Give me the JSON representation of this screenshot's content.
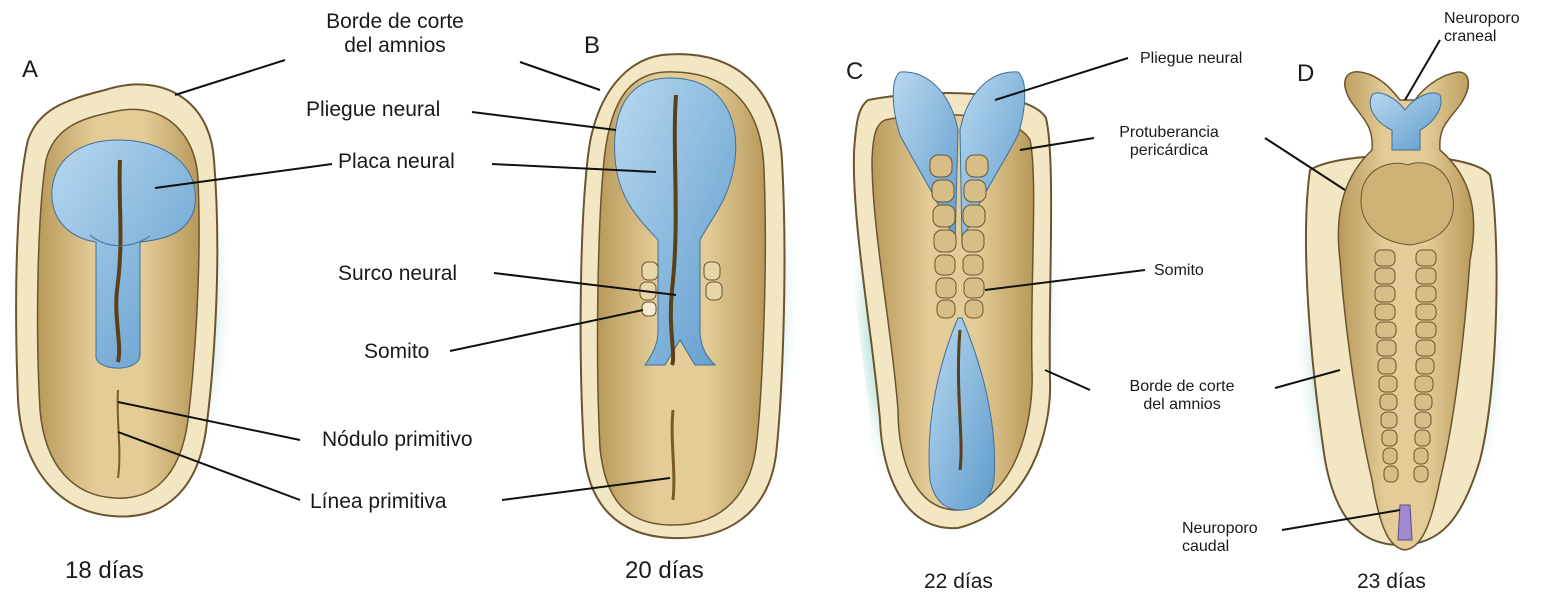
{
  "panels": [
    {
      "letter": "A",
      "age": "18 días"
    },
    {
      "letter": "B",
      "age": "20 días"
    },
    {
      "letter": "C",
      "age": "22 días"
    },
    {
      "letter": "D",
      "age": "23 días"
    }
  ],
  "labels_ab": {
    "amnios_cut_1": "Borde de corte",
    "amnios_cut_2": "del amnios",
    "neural_fold": "Pliegue neural",
    "neural_plate": "Placa neural",
    "neural_groove": "Surco neural",
    "somite": "Somito",
    "primitive_node": "Nódulo primitivo",
    "primitive_streak": "Línea primitiva"
  },
  "labels_cd": {
    "neural_fold": "Pliegue neural",
    "pericardial_1": "Protuberancia",
    "pericardial_2": "pericárdica",
    "somite": "Somito",
    "amnios_cut_1": "Borde de corte",
    "amnios_cut_2": "del amnios",
    "cranial_1": "Neuroporo",
    "cranial_2": "craneal",
    "caudal_1": "Neuroporo",
    "caudal_2": "caudal"
  },
  "colors": {
    "amnion_fill": "#f3e7c3",
    "embryo_fill": "#dcc48e",
    "embryo_shade": "#b69a5c",
    "neural_blue": "#7fb1d9",
    "glow": "#bfe6df",
    "groove": "#5a3f17"
  }
}
